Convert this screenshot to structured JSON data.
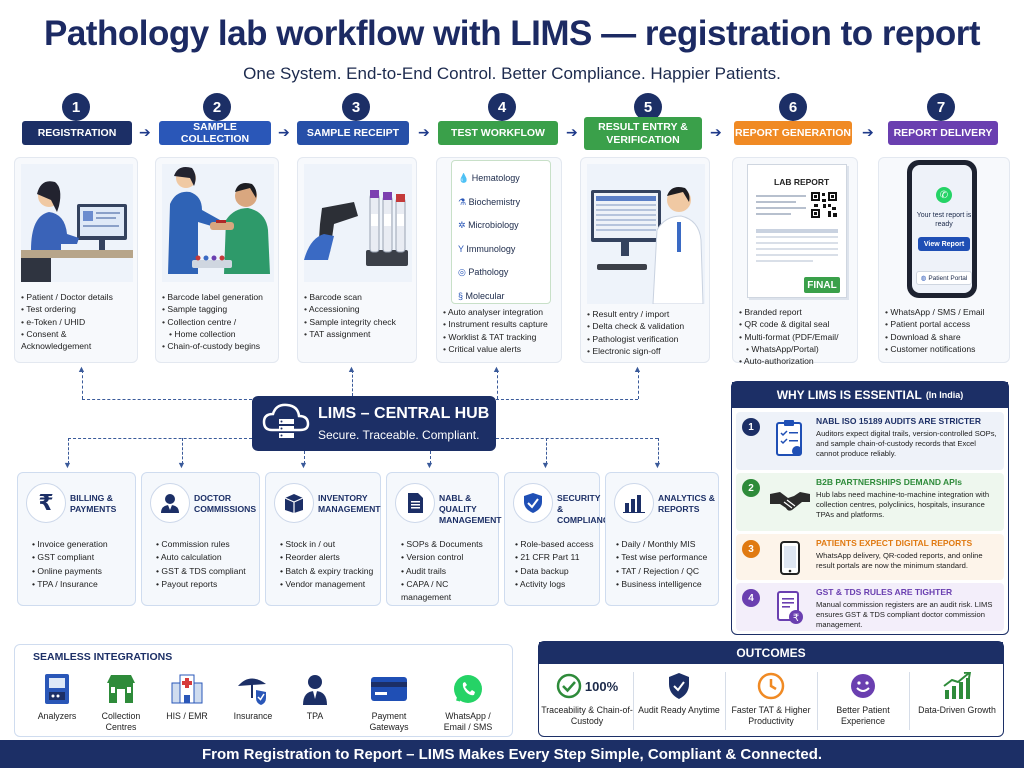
{
  "title": "Pathology lab workflow with LIMS — registration to report",
  "subtitle": "One System. End-to-End Control. Better Compliance. Happier Patients.",
  "steps": [
    {
      "num": "1",
      "label": "REGISTRATION",
      "color": "#1c2f66",
      "bullets": [
        "Patient / Doctor details",
        "Test ordering",
        "e-Token / UHID",
        "Consent & Acknowledgement"
      ]
    },
    {
      "num": "2",
      "label": "SAMPLE COLLECTION",
      "color": "#2a57b8",
      "bullets": [
        "Barcode label generation",
        "Sample tagging",
        "Collection centre /",
        "Home collection",
        "Chain-of-custody begins"
      ]
    },
    {
      "num": "3",
      "label": "SAMPLE RECEIPT",
      "color": "#2750a8",
      "bullets": [
        "Barcode scan",
        "Accessioning",
        "Sample integrity check",
        "TAT assignment"
      ]
    },
    {
      "num": "4",
      "label": "TEST WORKFLOW",
      "color": "#3aa04a",
      "bullets": [
        "Auto analyser integration",
        "Instrument results capture",
        "Worklist & TAT tracking",
        "Critical value alerts"
      ],
      "panel": [
        "Hematology",
        "Biochemistry",
        "Microbiology",
        "Immunology",
        "Pathology",
        "Molecular"
      ]
    },
    {
      "num": "5",
      "label": "RESULT ENTRY & VERIFICATION",
      "color": "#3aa04a",
      "bullets": [
        "Result entry / import",
        "Delta check & validation",
        "Pathologist verification",
        "Electronic sign-off"
      ]
    },
    {
      "num": "6",
      "label": "REPORT GENERATION",
      "color": "#f08a24",
      "bullets": [
        "Branded report",
        "QR code & digital seal",
        "Multi-format (PDF/Email/",
        "WhatsApp/Portal)",
        "Auto-authorization"
      ],
      "report_title": "LAB REPORT",
      "report_badge": "FINAL"
    },
    {
      "num": "7",
      "label": "REPORT DELIVERY",
      "color": "#6a3fb0",
      "bullets": [
        "WhatsApp / SMS / Email",
        "Patient portal access",
        "Download & share",
        "Customer notifications"
      ],
      "phone_msg": "Your test report is ready",
      "phone_btn": "View Report",
      "phone_portal": "Patient Portal"
    }
  ],
  "hub": {
    "title": "LIMS – CENTRAL HUB",
    "subtitle": "Secure. Traceable. Compliant."
  },
  "modules": [
    {
      "title": "BILLING & PAYMENTS",
      "icon": "rupee-icon",
      "bullets": [
        "Invoice generation",
        "GST compliant",
        "Online payments",
        "TPA / Insurance"
      ]
    },
    {
      "title": "DOCTOR COMMISSIONS",
      "icon": "doctor-icon",
      "bullets": [
        "Commission rules",
        "Auto calculation",
        "GST & TDS compliant",
        "Payout reports"
      ]
    },
    {
      "title": "INVENTORY MANAGEMENT",
      "icon": "box-icon",
      "bullets": [
        "Stock in / out",
        "Reorder alerts",
        "Batch & expiry tracking",
        "Vendor management"
      ]
    },
    {
      "title": "NABL & QUALITY MANAGEMENT",
      "icon": "document-icon",
      "bullets": [
        "SOPs & Documents",
        "Version control",
        "Audit trails",
        "CAPA / NC management"
      ]
    },
    {
      "title": "SECURITY & COMPLIANCE",
      "icon": "shield-check-icon",
      "bullets": [
        "Role-based access",
        "21 CFR Part 11",
        "Data backup",
        "Activity logs"
      ]
    },
    {
      "title": "ANALYTICS & REPORTS",
      "icon": "bar-chart-icon",
      "bullets": [
        "Daily / Monthly MIS",
        "Test wise performance",
        "TAT / Rejection / QC",
        "Business intelligence"
      ]
    }
  ],
  "why": {
    "title": "WHY LIMS IS ESSENTIAL",
    "title_note": "(In India)",
    "items": [
      {
        "num": "1",
        "title": "NABL ISO 15189 AUDITS ARE STRICTER",
        "text": "Auditors expect digital trails, version-controlled SOPs, and sample chain-of-custody records that Excel cannot produce reliably.",
        "color": "#1c2f66",
        "bg": "#eef2f9"
      },
      {
        "num": "2",
        "title": "B2B PARTNERSHIPS DEMAND APIs",
        "text": "Hub labs need machine-to-machine integration with collection centres, polyclinics, hospitals, insurance TPAs and platforms.",
        "color": "#2e8b3a",
        "bg": "#eef7ee"
      },
      {
        "num": "3",
        "title": "PATIENTS EXPECT DIGITAL REPORTS",
        "text": "WhatsApp delivery, QR-coded reports, and online result portals are now the minimum standard.",
        "color": "#e07a12",
        "bg": "#fdf4ea"
      },
      {
        "num": "4",
        "title": "GST & TDS RULES ARE TIGHTER",
        "text": "Manual commission registers are an audit risk. LIMS ensures GST & TDS compliant doctor commission management.",
        "color": "#6a3fb0",
        "bg": "#f3eefa"
      }
    ]
  },
  "integrations": {
    "title": "SEAMLESS INTEGRATIONS",
    "items": [
      {
        "label": "Analyzers",
        "icon": "analyzer-icon"
      },
      {
        "label": "Collection Centres",
        "icon": "store-icon"
      },
      {
        "label": "HIS / EMR",
        "icon": "hospital-icon"
      },
      {
        "label": "Insurance",
        "icon": "umbrella-shield-icon"
      },
      {
        "label": "TPA",
        "icon": "agent-icon"
      },
      {
        "label": "Payment Gateways",
        "icon": "card-icon"
      },
      {
        "label": "WhatsApp / Email / SMS",
        "icon": "whatsapp-icon"
      }
    ]
  },
  "outcomes": {
    "title": "OUTCOMES",
    "items": [
      {
        "label": "Traceability & Chain-of-Custody",
        "badge": "100%",
        "icon": "check-circle-icon"
      },
      {
        "label": "Audit Ready Anytime",
        "icon": "shield-check-icon"
      },
      {
        "label": "Faster TAT & Higher Productivity",
        "icon": "clock-icon"
      },
      {
        "label": "Better Patient Experience",
        "icon": "smile-icon"
      },
      {
        "label": "Data-Driven Growth",
        "icon": "growth-chart-icon"
      }
    ]
  },
  "footer": "From Registration to Report – LIMS Makes Every Step Simple, Compliant & Connected."
}
